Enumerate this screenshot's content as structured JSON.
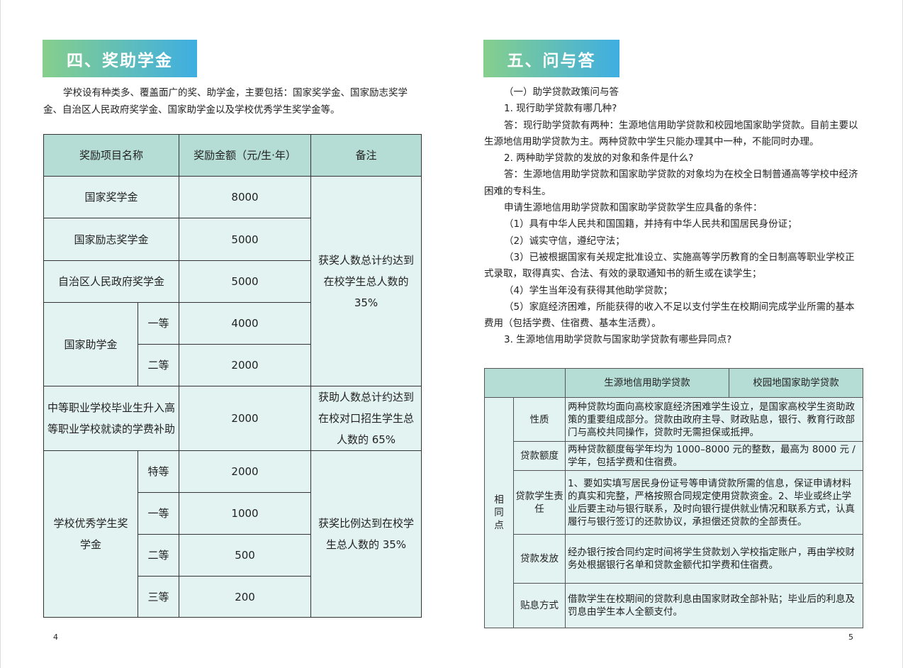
{
  "left": {
    "section_title": "四、奖助学金",
    "intro": "学校设有种类多、覆盖面广的奖、助学金，主要包括：国家奖学金、国家励志奖学金、自治区人民政府奖学金、国家助学金以及学校优秀学生奖学金等。",
    "table": {
      "headers": [
        "奖励项目名称",
        "奖励金额（元/生·年）",
        "备注"
      ],
      "rows": [
        {
          "name": "国家奖学金",
          "amount": "8000"
        },
        {
          "name": "国家励志奖学金",
          "amount": "5000"
        },
        {
          "name": "自治区人民政府奖学金",
          "amount": "5000"
        },
        {
          "name": "国家助学金",
          "grades": [
            {
              "grade": "一等",
              "amount": "4000"
            },
            {
              "grade": "二等",
              "amount": "2000"
            }
          ]
        },
        {
          "name": "中等职业学校毕业生升入高等职业学校就读的学费补助",
          "amount": "2000",
          "note": "获助人数总计约达到在校对口招生学生总人数的 65%"
        },
        {
          "name": "学校优秀学生奖学金",
          "grades": [
            {
              "grade": "特等",
              "amount": "2000"
            },
            {
              "grade": "一等",
              "amount": "1000"
            },
            {
              "grade": "二等",
              "amount": "500"
            },
            {
              "grade": "三等",
              "amount": "200"
            }
          ],
          "note": "获奖比例达到在校学生总人数的 35%"
        }
      ],
      "note_top": "获奖人数总计约达到在校学生总人数的 35%"
    },
    "page_number": "4"
  },
  "right": {
    "section_title": "五、问与答",
    "paragraphs": [
      "（一）助学贷款政策问与答",
      "1. 现行助学贷款有哪几种?",
      "答：现行助学贷款有两种：生源地信用助学贷款和校园地国家助学贷款。目前主要以生源地信用助学贷款为主。两种贷款中学生只能办理其中一种，不能同时办理。",
      "2. 两种助学贷款的发放的对象和条件是什么?",
      "答：生源地信用助学贷款和国家助学贷款的对象均为在校全日制普通高等学校中经济困难的专科生。",
      "申请生源地信用助学贷款和国家助学贷款学生应具备的条件：",
      "（1）具有中华人民共和国国籍，并持有中华人民共和国居民身份证；",
      "（2）诚实守信，遵纪守法；",
      "（3）已被根据国家有关规定批准设立、实施高等学历教育的全日制高等职业学校正式录取，取得真实、合法、有效的录取通知书的新生或在读学生；",
      "（4）学生当年没有获得其他助学贷款；",
      "（5）家庭经济困难，所能获得的收入不足以支付学生在校期间完成学业所需的基本费用（包括学费、住宿费、基本生活费）。",
      "3. 生源地信用助学贷款与国家助学贷款有哪些异同点?"
    ],
    "table": {
      "headers": [
        "生源地信用助学贷款",
        "校园地国家助学贷款"
      ],
      "group_label": "相同点",
      "rows": [
        {
          "label": "性质",
          "text": "两种贷款均面向高校家庭经济困难学生设立，是国家高校学生资助政策的重要组成部分。贷款由政府主导、财政贴息，银行、教育行政部门与高校共同操作，贷款时无需担保或抵押。"
        },
        {
          "label": "贷款额度",
          "text": "两种贷款额度每学年均为 1000–8000 元的整数，最高为 8000 元 / 学年，包括学费和住宿费。"
        },
        {
          "label": "贷款学生责任",
          "text": "1、要如实填写居民身份证号等申请贷款所需的信息，保证申请材料的真实和完整，严格按照合同规定使用贷款资金。2、毕业或终止学业后要主动与银行联系，及时向银行提供就业情况和联系方式，认真履行与银行签订的还款协议，承担偿还贷款的全部责任。"
        },
        {
          "label": "贷款发放",
          "text": "经办银行按合同约定时间将学生贷款划入学校指定账户，再由学校财务处根据银行名单和贷款金额代扣学费和住宿费。"
        },
        {
          "label": "贴息方式",
          "text": "借款学生在校期间的贷款利息由国家财政全部补贴；毕业后的利息及罚息由学生本人全额支付。"
        }
      ]
    },
    "page_number": "5"
  }
}
